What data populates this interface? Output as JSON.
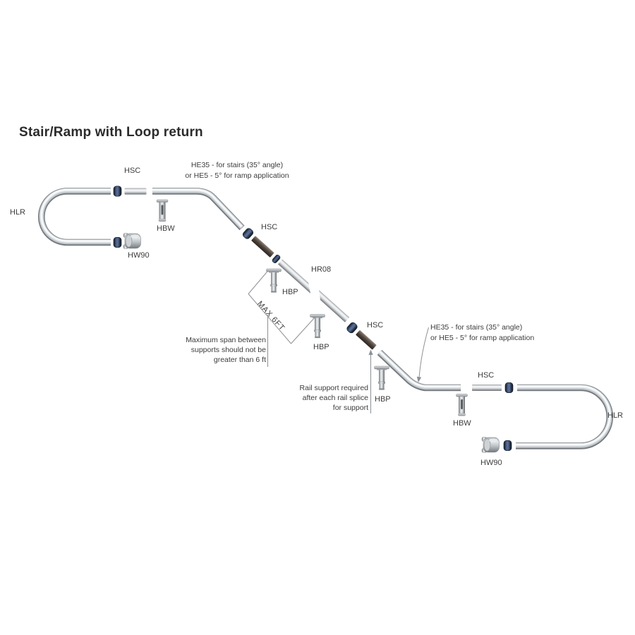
{
  "title": "Stair/Ramp with Loop return",
  "parts": {
    "hlr_left": "HLR",
    "hsc_top_left": "HSC",
    "hbw_left": "HBW",
    "hw90_left": "HW90",
    "hsc_upper_mid": "HSC",
    "hr08": "HR08",
    "hbp_first": "HBP",
    "hbp_second": "HBP",
    "hsc_lower_mid": "HSC",
    "hbp_third": "HBP",
    "hsc_right": "HSC",
    "hbw_right": "HBW",
    "hw90_right": "HW90",
    "hlr_right": "HLR"
  },
  "notes": {
    "he35_top": [
      "HE35 - for stairs (35° angle)",
      "or HE5 - 5° for ramp application"
    ],
    "he35_right": [
      "HE35 - for stairs (35° angle)",
      "or HE5 - 5° for ramp application"
    ],
    "max_span": [
      "Maximum span between",
      "supports should not be",
      "greater than 6 ft"
    ],
    "rail_support": [
      "Rail support required",
      "after each rail splice",
      "for support"
    ],
    "max_dim": "MAX 6FT"
  },
  "colors": {
    "connector_navy": "#31425f",
    "pipe_silver": "#c9cdd1",
    "pipe_dark_segment": "#4e443c",
    "leader_line_gray": "#8c9196",
    "text_gray": "#3c3c3c"
  }
}
